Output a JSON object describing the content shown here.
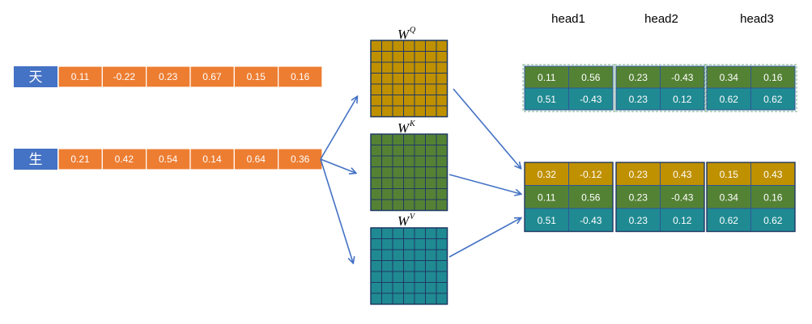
{
  "input_rows": [
    {
      "char": "天",
      "values": [
        "0.11",
        "-0.22",
        "0.23",
        "0.67",
        "0.15",
        "0.16"
      ]
    },
    {
      "char": "生",
      "values": [
        "0.21",
        "0.42",
        "0.54",
        "0.14",
        "0.64",
        "0.36"
      ]
    }
  ],
  "weights": [
    {
      "base": "W",
      "sup": "Q",
      "color": "#bf9000"
    },
    {
      "base": "W",
      "sup": "K",
      "color": "#548235"
    },
    {
      "base": "W",
      "sup": "V",
      "color": "#1f8a92"
    }
  ],
  "heads": [
    "head1",
    "head2",
    "head3"
  ],
  "top_groups": [
    [
      [
        "0.11",
        "0.56"
      ],
      [
        "0.51",
        "-0.43"
      ]
    ],
    [
      [
        "0.23",
        "-0.43"
      ],
      [
        "0.23",
        "0.12"
      ]
    ],
    [
      [
        "0.34",
        "0.16"
      ],
      [
        "0.62",
        "0.62"
      ]
    ]
  ],
  "bottom_groups": [
    [
      [
        "0.32",
        "-0.12"
      ],
      [
        "0.11",
        "0.56"
      ],
      [
        "0.51",
        "-0.43"
      ]
    ],
    [
      [
        "0.23",
        "0.43"
      ],
      [
        "0.23",
        "-0.43"
      ],
      [
        "0.23",
        "0.12"
      ]
    ],
    [
      [
        "0.15",
        "0.43"
      ],
      [
        "0.34",
        "0.16"
      ],
      [
        "0.62",
        "0.62"
      ]
    ]
  ],
  "colors": {
    "char_cell": "#4472c4",
    "input_cell": "#ed7d31",
    "q_row": "#bf9000",
    "k_row": "#548235",
    "v_row": "#1f8a92",
    "cell_border": "#2f5597",
    "arrow": "#4472c4"
  }
}
